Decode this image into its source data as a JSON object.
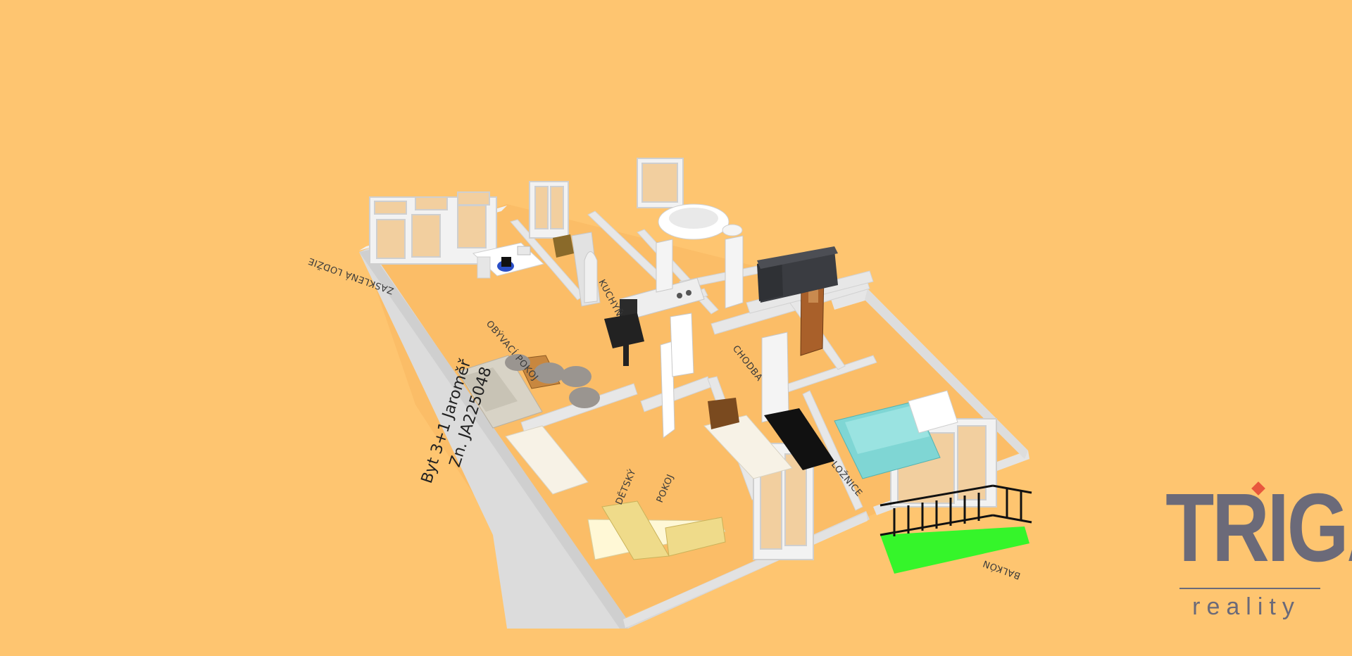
{
  "plan": {
    "title_line1": "Byt 3+1 Jaroměř",
    "title_line2": "Zn. JA225048",
    "rooms": {
      "loggia": "ZASKLENÁ LODŽIE",
      "living": "OBÝVACÍ POKOJ",
      "kitchen": "KUCHYŇ",
      "hall": "CHODBA",
      "kids_line1": "DĚTSKÝ",
      "kids_line2": "POKOJ",
      "bedroom": "LOŽNICE",
      "balcony": "BALKÓN"
    }
  },
  "logo": {
    "word": "TRIGA",
    "sub": "reality",
    "accent": "#e8573d",
    "color": "#6b6a79"
  },
  "colors": {
    "background": "#fec570",
    "wall": "#e6e6e6",
    "balcony_floor": "#35f52a"
  }
}
